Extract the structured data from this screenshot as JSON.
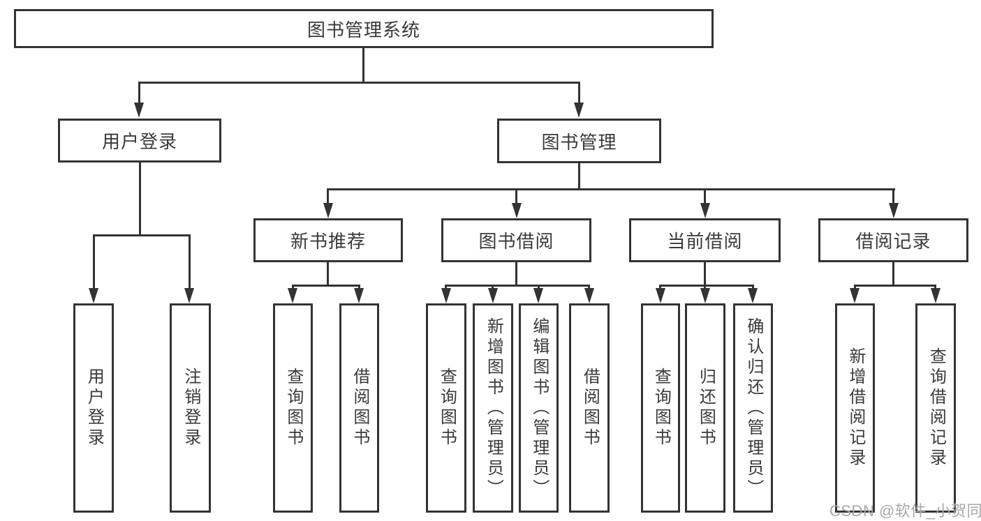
{
  "tree": {
    "root": "图书管理系统",
    "branches": [
      {
        "label": "用户登录",
        "children": [
          "用户登录",
          "注销登录"
        ]
      },
      {
        "label": "图书管理",
        "sections": [
          {
            "label": "新书推荐",
            "children": [
              "查询图书",
              "借阅图书"
            ]
          },
          {
            "label": "图书借阅",
            "children": [
              "查询图书",
              "新增图书（管理员）",
              "编辑图书（管理员）",
              "借阅图书"
            ]
          },
          {
            "label": "当前借阅",
            "children": [
              "查询图书",
              "归还图书",
              "确认归还（管理员）"
            ]
          },
          {
            "label": "借阅记录",
            "children": [
              "新增借阅记录",
              "查询借阅记录"
            ]
          }
        ]
      }
    ]
  },
  "watermark": {
    "text": "CSDN @软件_小贺同学"
  },
  "colors": {
    "line": "#333333",
    "text": "#3a3a3a",
    "background": "#ffffff",
    "watermark": "#a8a8a8"
  }
}
